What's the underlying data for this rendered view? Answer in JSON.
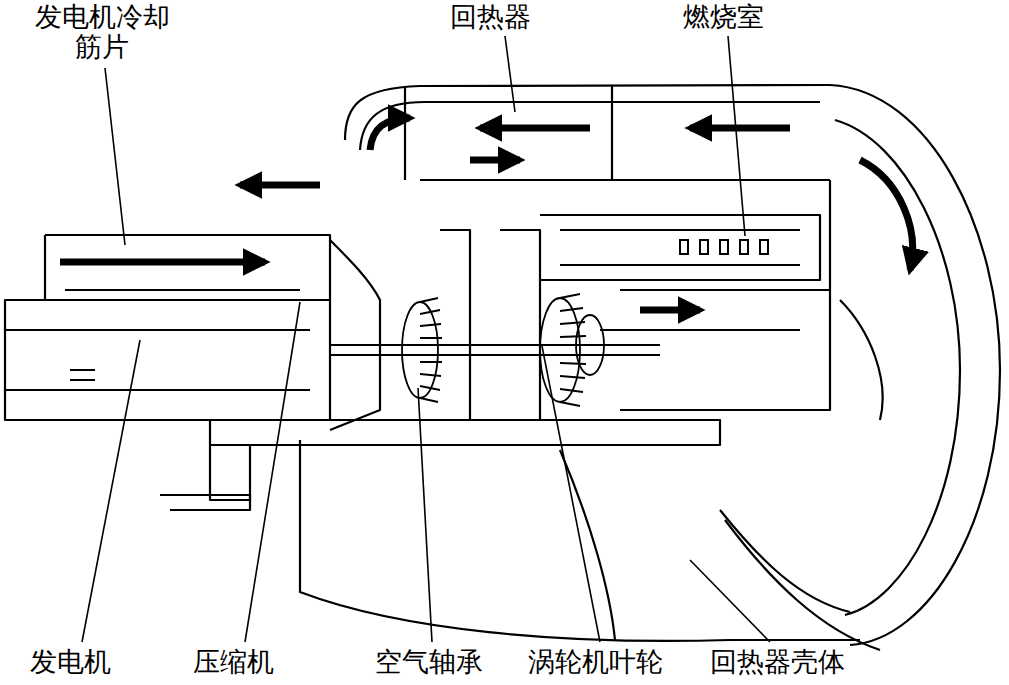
{
  "diagram": {
    "labels": [
      "发电机冷却 筋片",
      "回热器",
      "燃烧室",
      "发电机",
      "压缩机",
      "空气轴承",
      "涡轮机叶轮",
      "回热器壳体"
    ]
  }
}
